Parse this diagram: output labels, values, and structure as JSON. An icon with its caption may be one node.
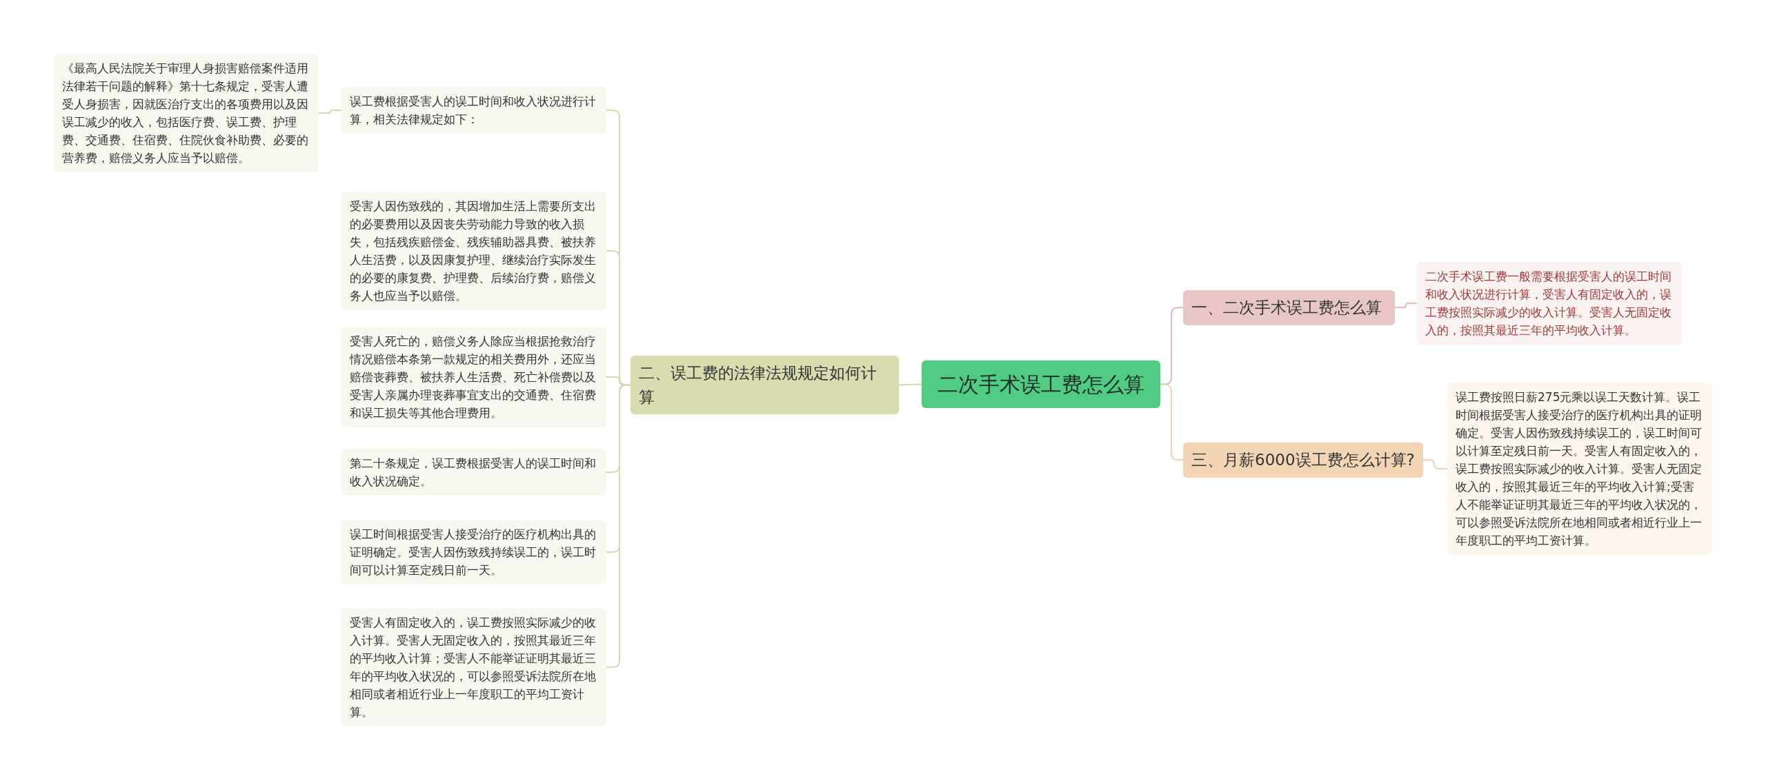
{
  "diagram": {
    "nodes": [
      {
        "text": [
          "二次手术误工费怎么算"
        ]
      },
      {
        "text": [
          "二、误工费的法律法规规定如何计算"
        ]
      },
      {
        "text": [
          "一、二次手术误工费怎么算"
        ]
      },
      {
        "text": [
          "三、月薪6000误工费怎么计算?"
        ]
      },
      {
        "text": [
          "《最高人民法院关于审理人身损害赔偿案件适用法律若干问题的解释》第十七条规定，受害人遭受人身损害，因就医治疗支出的各项费用以及因误工减少的收入，包括医疗费、误工费、护理费、交通费、住宿费、住院伙食补助费、必要的营养费，赔偿义务人应当予以赔偿。"
        ]
      },
      {
        "text": [
          "误工费根据受害人的误工时间和收入状况进行计算，相关法律规定如下："
        ]
      },
      {
        "text": [
          "受害人因伤致残的，其因增加生活上需要所支出的必要费用以及因丧失劳动能力导致的收入损失，包括残疾赔偿金、残疾辅助器具费、被扶养人生活费，以及因康复护理、继续治疗实际发生的必要的康复费、护理费、后续治疗费，赔偿义务人也应当予以赔偿。"
        ]
      },
      {
        "text": [
          "受害人死亡的，赔偿义务人除应当根据抢救治疗情况赔偿本条第一款规定的相关费用外，还应当赔偿丧葬费、被扶养人生活费、死亡补偿费以及受害人亲属办理丧葬事宜支出的交通费、住宿费和误工损失等其他合理费用。"
        ]
      },
      {
        "text": [
          "第二十条规定，误工费根据受害人的误工时间和收入状况确定。"
        ]
      },
      {
        "text": [
          "误工时间根据受害人接受治疗的医疗机构出具的证明确定。受害人因伤致残持续误工的，误工时间可以计算至定残日前一天。"
        ]
      },
      {
        "text": [
          "受害人有固定收入的，误工费按照实际减少的收入计算。受害人无固定收入的，按照其最近三年的平均收入计算；受害人不能举证证明其最近三年的平均收入状况的，可以参照受诉法院所在地相同或者相近行业上一年度职工的平均工资计算。"
        ]
      },
      {
        "text": [
          "二次手术误工费一般需要根据受害人的误工时间和收入状况进行计算，受害人有固定收入的，误工费按照实际减少的收入计算。受害人无固定收入的，按照其最近三年的平均收入计算。"
        ]
      },
      {
        "text": [
          "误工费按照日薪275元乘以误工天数计算。误工时间根据受害人接受治疗的医疗机构出具的证明确定。受害人因伤致残持续误工的，误工时间可以计算至定残日前一天。受害人有固定收入的，误工费按照实际减少的收入计算。受害人无固定收入的，按照其最近三年的平均收入计算;受害人不能举证证明其最近三年的平均收入状况的，可以参照受诉法院所在地相同或者相近行业上一年度职工的平均工资计算。"
        ]
      }
    ],
    "edges": [
      {
        "from": 0,
        "to": 1,
        "arrow": "none"
      },
      {
        "from": 0,
        "to": 2,
        "arrow": "none",
        "color": "#e3bcbc"
      },
      {
        "from": 0,
        "to": 3,
        "arrow": "none",
        "color": "#f2d2ad"
      },
      {
        "from": 1,
        "to": 5,
        "arrow": "none"
      },
      {
        "from": 1,
        "to": 6,
        "arrow": "none"
      },
      {
        "from": 1,
        "to": 7,
        "arrow": "none"
      },
      {
        "from": 1,
        "to": 8,
        "arrow": "none"
      },
      {
        "from": 1,
        "to": 9,
        "arrow": "none"
      },
      {
        "from": 1,
        "to": 10,
        "arrow": "none"
      },
      {
        "from": 5,
        "to": 4,
        "arrow": "none"
      },
      {
        "from": 2,
        "to": 11,
        "arrow": "none",
        "color": "#e3bcbc"
      },
      {
        "from": 3,
        "to": 12,
        "arrow": "none",
        "color": "#f2d2ad"
      }
    ]
  }
}
